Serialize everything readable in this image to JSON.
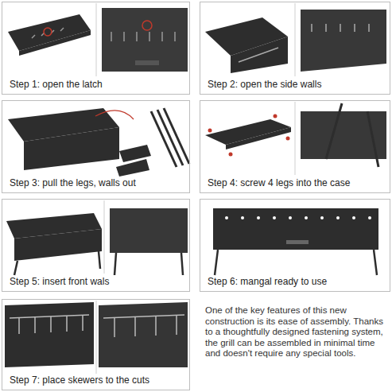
{
  "diagram": {
    "nodes": [
      {
        "text": [
          "Step 1: open the latch"
        ]
      },
      {
        "text": [
          "Step 2: open the side walls"
        ]
      },
      {
        "text": [
          "Step 3: pull the legs, walls out"
        ]
      },
      {
        "text": [
          "Step 4: screw 4 legs into the case"
        ]
      },
      {
        "text": [
          "Step 5: insert front wals"
        ]
      },
      {
        "text": [
          "Step 6: mangal ready to use"
        ]
      },
      {
        "text": [
          "Step 7: place skewers to the cuts"
        ]
      }
    ],
    "labels": [
      "One of the key features of this new construction is its ease of assembly. Thanks to a thoughtfully designed fastening system, the grill can be assembled in minimal time and doesn't require any special tools."
    ]
  }
}
